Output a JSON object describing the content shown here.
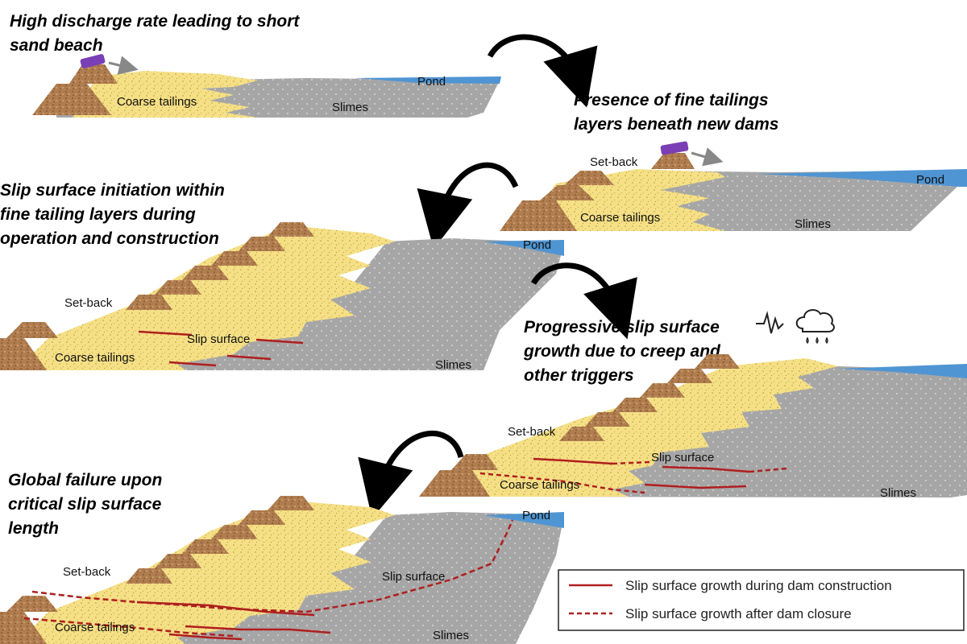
{
  "colors": {
    "dam": "#b07d4f",
    "coarse": "#f5e087",
    "slimes": "#a6a6a6",
    "pond": "#4f95d3",
    "slip": "#b01e1e",
    "arrow": "#000000",
    "pipe": "#7a3fb5"
  },
  "panels": [
    {
      "title": [
        "High discharge rate leading to short",
        "sand beach"
      ],
      "labels": {
        "pond": "Pond",
        "coarse": "Coarse tailings",
        "slimes": "Slimes"
      }
    },
    {
      "title": [
        "Presence of fine tailings",
        "layers beneath new dams"
      ],
      "labels": {
        "setback": "Set-back",
        "pond": "Pond",
        "coarse": "Coarse tailings",
        "slimes": "Slimes"
      }
    },
    {
      "title": [
        "Slip surface initiation within",
        "fine tailing layers during",
        "operation and construction"
      ],
      "labels": {
        "pond": "Pond",
        "setback": "Set-back",
        "slip": "Slip surface",
        "coarse": "Coarse tailings",
        "slimes": "Slimes"
      }
    },
    {
      "title": [
        "Progressive slip surface",
        "growth due to creep and",
        "other triggers"
      ],
      "labels": {
        "setback": "Set-back",
        "slip": "Slip surface",
        "coarse": "Coarse tailings",
        "slimes": "Slimes"
      },
      "icons": [
        "seismic-icon",
        "rain-cloud-icon"
      ]
    },
    {
      "title": [
        "Global failure upon",
        "critical slip surface",
        "length"
      ],
      "labels": {
        "pond": "Pond",
        "setback": "Set-back",
        "slip": "Slip surface",
        "coarse": "Coarse tailings",
        "slimes": "Slimes"
      }
    }
  ],
  "legend": {
    "solid": "Slip surface growth during dam construction",
    "dashed": "Slip surface growth after dam closure"
  }
}
